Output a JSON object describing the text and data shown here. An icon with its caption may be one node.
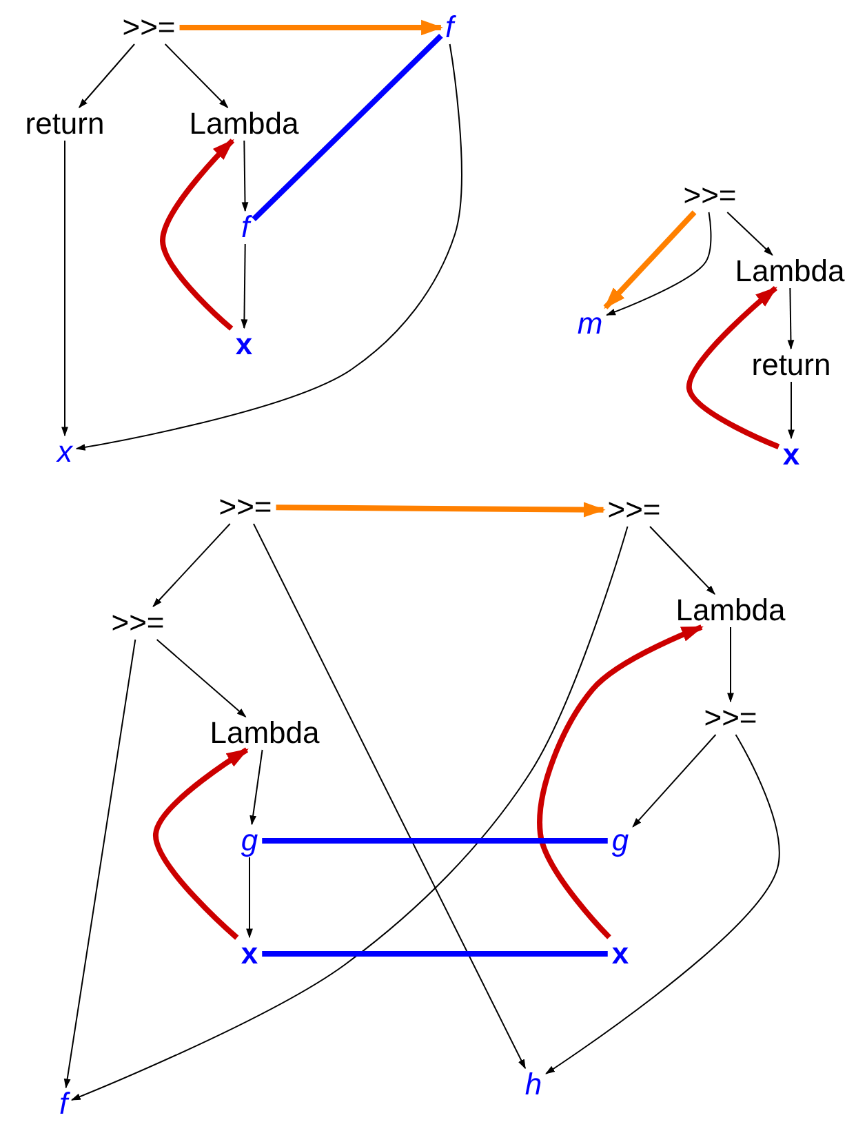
{
  "diagram": {
    "nodes": [
      {
        "text": [
          ">>="
        ]
      },
      {
        "text": [
          "f"
        ]
      },
      {
        "text": [
          "return"
        ]
      },
      {
        "text": [
          "Lambda"
        ]
      },
      {
        "text": [
          "f"
        ]
      },
      {
        "text": [
          "x"
        ]
      },
      {
        "text": [
          "x"
        ]
      },
      {
        "text": [
          ">>="
        ]
      },
      {
        "text": [
          "m"
        ]
      },
      {
        "text": [
          "Lambda"
        ]
      },
      {
        "text": [
          "return"
        ]
      },
      {
        "text": [
          "x"
        ]
      },
      {
        "text": [
          ">>="
        ]
      },
      {
        "text": [
          ">>="
        ]
      },
      {
        "text": [
          ">>="
        ]
      },
      {
        "text": [
          "Lambda"
        ]
      },
      {
        "text": [
          "Lambda"
        ]
      },
      {
        "text": [
          ">>="
        ]
      },
      {
        "text": [
          "g"
        ]
      },
      {
        "text": [
          "g"
        ]
      },
      {
        "text": [
          "x"
        ]
      },
      {
        "text": [
          "x"
        ]
      },
      {
        "text": [
          "f"
        ]
      },
      {
        "text": [
          "h"
        ]
      }
    ],
    "edges": [
      {
        "from": 0,
        "to": 1,
        "arrow": "to",
        "style": "thick",
        "color": "#ff8000"
      },
      {
        "from": 0,
        "to": 2,
        "arrow": "to"
      },
      {
        "from": 0,
        "to": 3,
        "arrow": "to"
      },
      {
        "from": 2,
        "to": 6,
        "arrow": "to"
      },
      {
        "from": 3,
        "to": 4,
        "arrow": "to"
      },
      {
        "from": 4,
        "to": 5,
        "arrow": "to"
      },
      {
        "from": 1,
        "to": 6,
        "arrow": "to"
      },
      {
        "from": 5,
        "to": 3,
        "arrow": "to",
        "style": "thick",
        "color": "#cc0000"
      },
      {
        "from": 4,
        "to": 1,
        "arrow": "none",
        "style": "thick",
        "color": "#0000ff"
      },
      {
        "from": 7,
        "to": 8,
        "arrow": "to",
        "style": "thick",
        "color": "#ff8000"
      },
      {
        "from": 7,
        "to": 8,
        "arrow": "to"
      },
      {
        "from": 7,
        "to": 9,
        "arrow": "to"
      },
      {
        "from": 9,
        "to": 10,
        "arrow": "to"
      },
      {
        "from": 10,
        "to": 11,
        "arrow": "to"
      },
      {
        "from": 11,
        "to": 9,
        "arrow": "to",
        "style": "thick",
        "color": "#cc0000"
      },
      {
        "from": 12,
        "to": 13,
        "arrow": "to",
        "style": "thick",
        "color": "#ff8000"
      },
      {
        "from": 12,
        "to": 14,
        "arrow": "to"
      },
      {
        "from": 12,
        "to": 23,
        "arrow": "to"
      },
      {
        "from": 13,
        "to": 22,
        "arrow": "to"
      },
      {
        "from": 13,
        "to": 15,
        "arrow": "to"
      },
      {
        "from": 14,
        "to": 22,
        "arrow": "to"
      },
      {
        "from": 14,
        "to": 16,
        "arrow": "to"
      },
      {
        "from": 15,
        "to": 17,
        "arrow": "to"
      },
      {
        "from": 16,
        "to": 18,
        "arrow": "to"
      },
      {
        "from": 17,
        "to": 19,
        "arrow": "to"
      },
      {
        "from": 17,
        "to": 23,
        "arrow": "to"
      },
      {
        "from": 18,
        "to": 20,
        "arrow": "to"
      },
      {
        "from": 20,
        "to": 16,
        "arrow": "to",
        "style": "thick",
        "color": "#cc0000"
      },
      {
        "from": 21,
        "to": 15,
        "arrow": "to",
        "style": "thick",
        "color": "#cc0000"
      },
      {
        "from": 18,
        "to": 19,
        "arrow": "none",
        "style": "thick",
        "color": "#0000ff"
      },
      {
        "from": 20,
        "to": 21,
        "arrow": "none",
        "style": "thick",
        "color": "#0000ff"
      }
    ]
  }
}
